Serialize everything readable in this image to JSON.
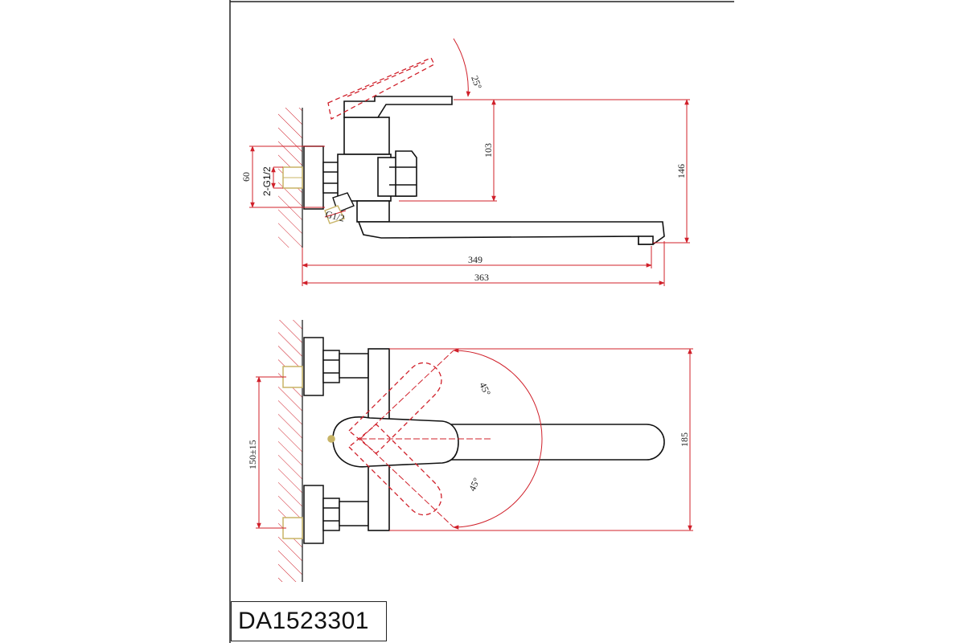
{
  "product_code": "DA1523301",
  "colors": {
    "outline": "#111111",
    "dimension": "#d0202a",
    "fitting": "#c8b466",
    "hatch": "#d0202a"
  },
  "side_view": {
    "dims": {
      "inlet_spacing": "60",
      "thread_inlet": "2-G1/2",
      "thread_outlet": "G1/2",
      "lever_tilt": "25°",
      "lever_height": "103",
      "total_height": "146",
      "reach_short": "349",
      "reach_total": "363"
    }
  },
  "top_view": {
    "dims": {
      "eccentric_spacing": "150±15",
      "angle_up": "45°",
      "angle_down": "45°",
      "depth": "185"
    }
  }
}
